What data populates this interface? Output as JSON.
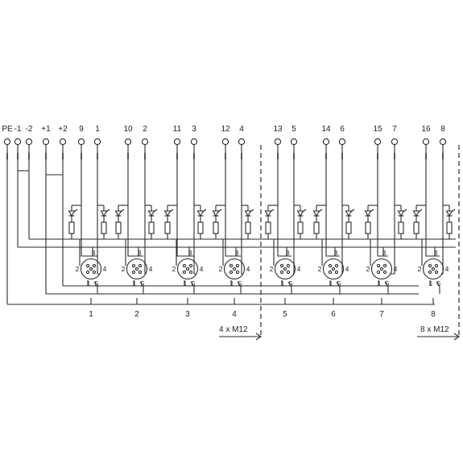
{
  "terminals": [
    "PE",
    "-1",
    "-2",
    "+1",
    "+2",
    "9",
    "1",
    "10",
    "2",
    "11",
    "3",
    "12",
    "4",
    "13",
    "5",
    "14",
    "6",
    "15",
    "7",
    "16",
    "8"
  ],
  "connector_numbers": [
    "1",
    "2",
    "3",
    "4",
    "5",
    "6",
    "7",
    "8"
  ],
  "pin_labels": {
    "p1": "1",
    "p2": "2",
    "p3": "3",
    "p4": "4",
    "p5": "5"
  },
  "variant_labels": {
    "four": "4 x M12",
    "eight": "8 x M12"
  }
}
